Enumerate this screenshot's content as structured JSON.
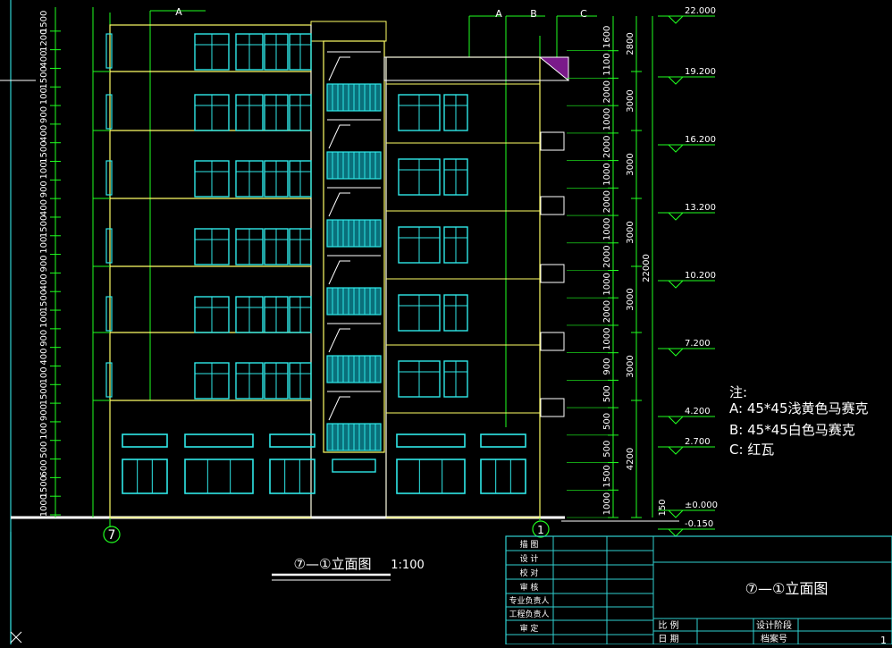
{
  "drawing": {
    "title": "⑦—①立面图",
    "scale": "1:100",
    "grid_refs": {
      "left_axis": "7",
      "right_axis": "1",
      "top": [
        "A",
        "A",
        "B",
        "C"
      ]
    },
    "left_dims": [
      "1000",
      "1500",
      "600",
      "500",
      "100",
      "900",
      "1500",
      "100",
      "400",
      "900",
      "100",
      "1500",
      "400",
      "900",
      "100",
      "1500",
      "400",
      "900",
      "100",
      "1500",
      "400",
      "900",
      "100",
      "1500",
      "400",
      "1200",
      "1500"
    ],
    "right_dims_inner": [
      "1000",
      "1500",
      "500",
      "500",
      "500",
      "900",
      "1000",
      "2000",
      "1000",
      "2000",
      "1000",
      "2000",
      "1000",
      "2000",
      "1000",
      "2000",
      "1100",
      "1600"
    ],
    "right_dims_floor": [
      "4200",
      "3000",
      "3000",
      "3000",
      "3000",
      "3000",
      "2800"
    ],
    "right_total": "22000",
    "right_extra": "150",
    "elevations": [
      "22.000",
      "19.200",
      "16.200",
      "13.200",
      "10.200",
      "7.200",
      "4.200",
      "2.700",
      "±0.000",
      "-0.150"
    ],
    "notes": {
      "heading": "注:",
      "items": [
        "A: 45*45浅黄色马赛克",
        "B: 45*45白色马赛克",
        "C: 红瓦"
      ]
    }
  },
  "title_block": {
    "roles": [
      "描 图",
      "设 计",
      "校 对",
      "审 核",
      "专业负责人",
      "工程负责人",
      "审 定"
    ],
    "drawing_name": "⑦—①立面图",
    "scale_label": "比 例",
    "date_label": "日 期",
    "phase_label": "设计阶段",
    "archive_label": "档案号",
    "sheet": "1"
  }
}
